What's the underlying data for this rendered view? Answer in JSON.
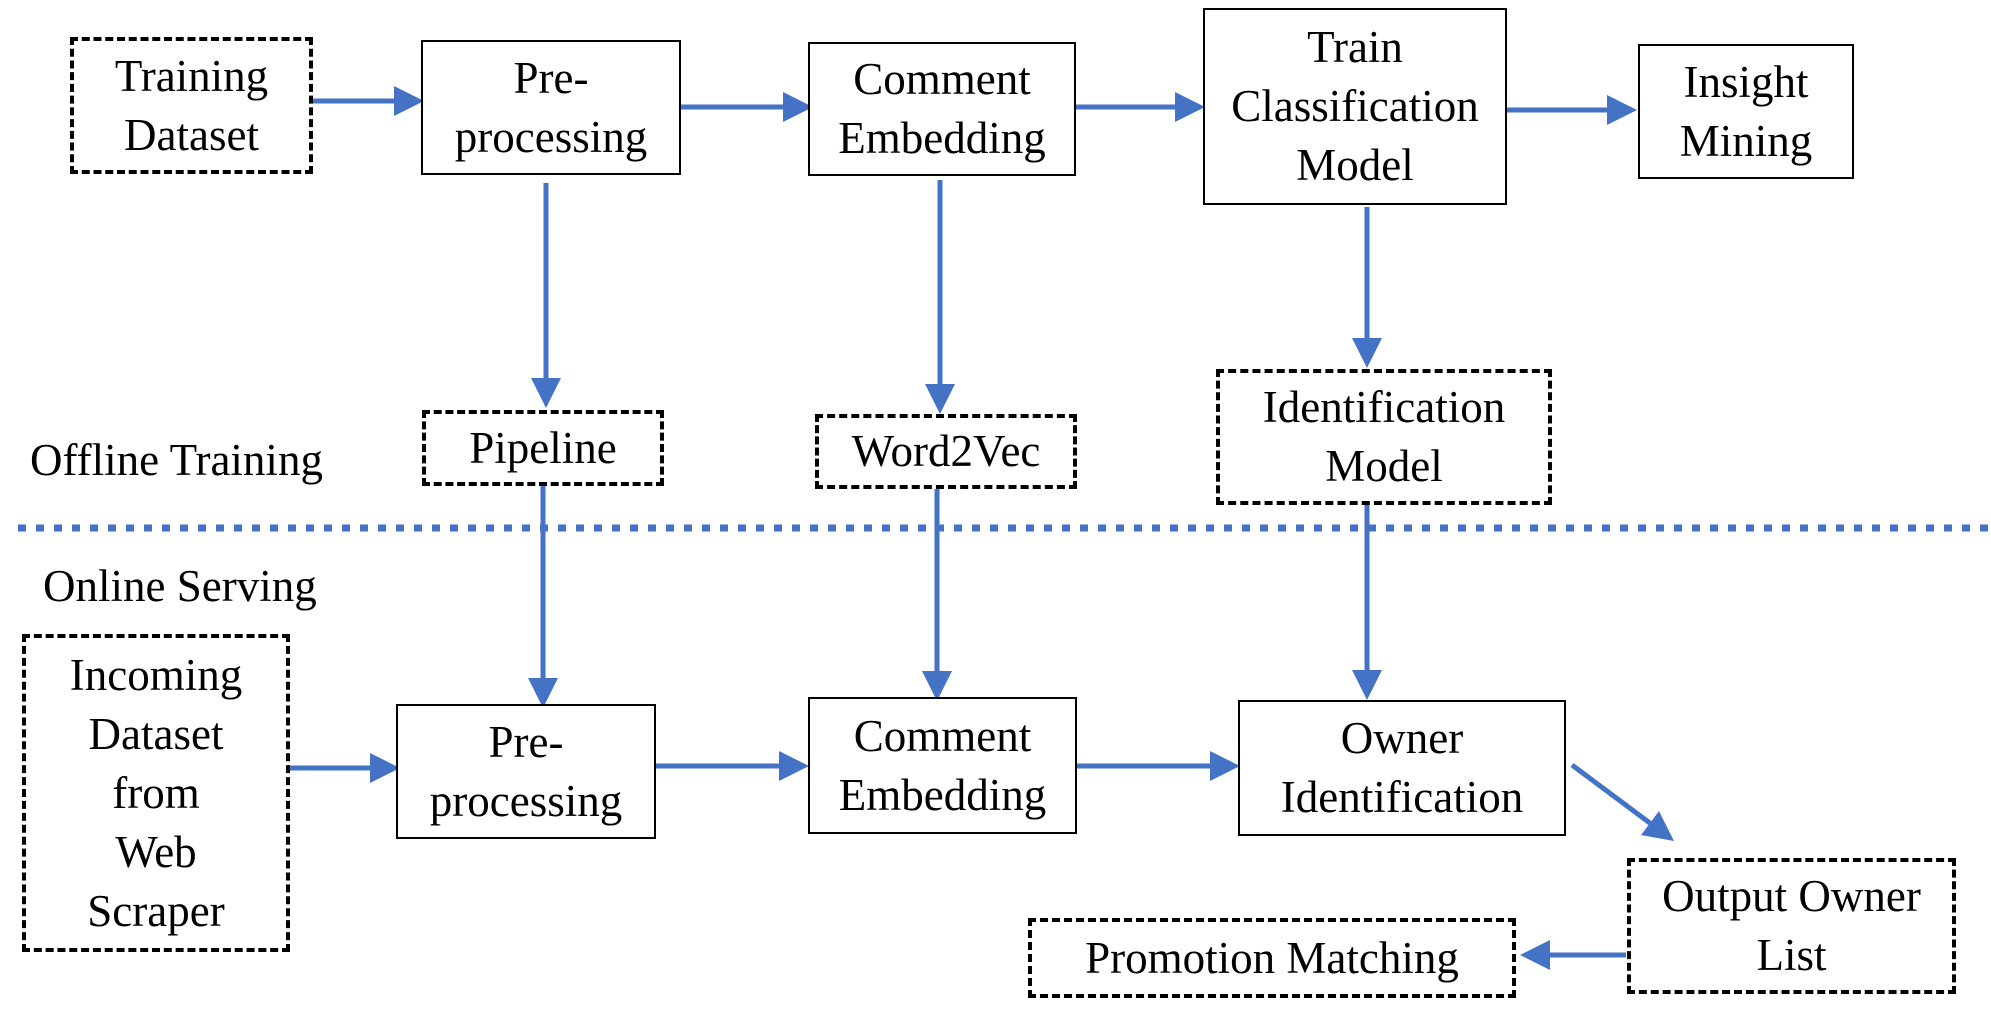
{
  "colors": {
    "arrow": "#4472C4",
    "box_border": "#000000",
    "text": "#000000",
    "background": "#ffffff"
  },
  "section_labels": {
    "offline": "Offline Training",
    "online": "Online Serving"
  },
  "offline": {
    "training_dataset": "Training\nDataset",
    "preprocessing": "Pre-\nprocessing",
    "comment_embedding": "Comment\nEmbedding",
    "train_classification_model": "Train\nClassification\nModel",
    "insight_mining": "Insight\nMining",
    "pipeline": "Pipeline",
    "word2vec": "Word2Vec",
    "identification_model": "Identification\nModel"
  },
  "online": {
    "incoming_dataset": "Incoming\nDataset\nfrom\nWeb\nScraper",
    "preprocessing": "Pre-\nprocessing",
    "comment_embedding": "Comment\nEmbedding",
    "owner_identification": "Owner\nIdentification",
    "output_owner_list": "Output Owner\nList",
    "promotion_matching": "Promotion Matching"
  }
}
